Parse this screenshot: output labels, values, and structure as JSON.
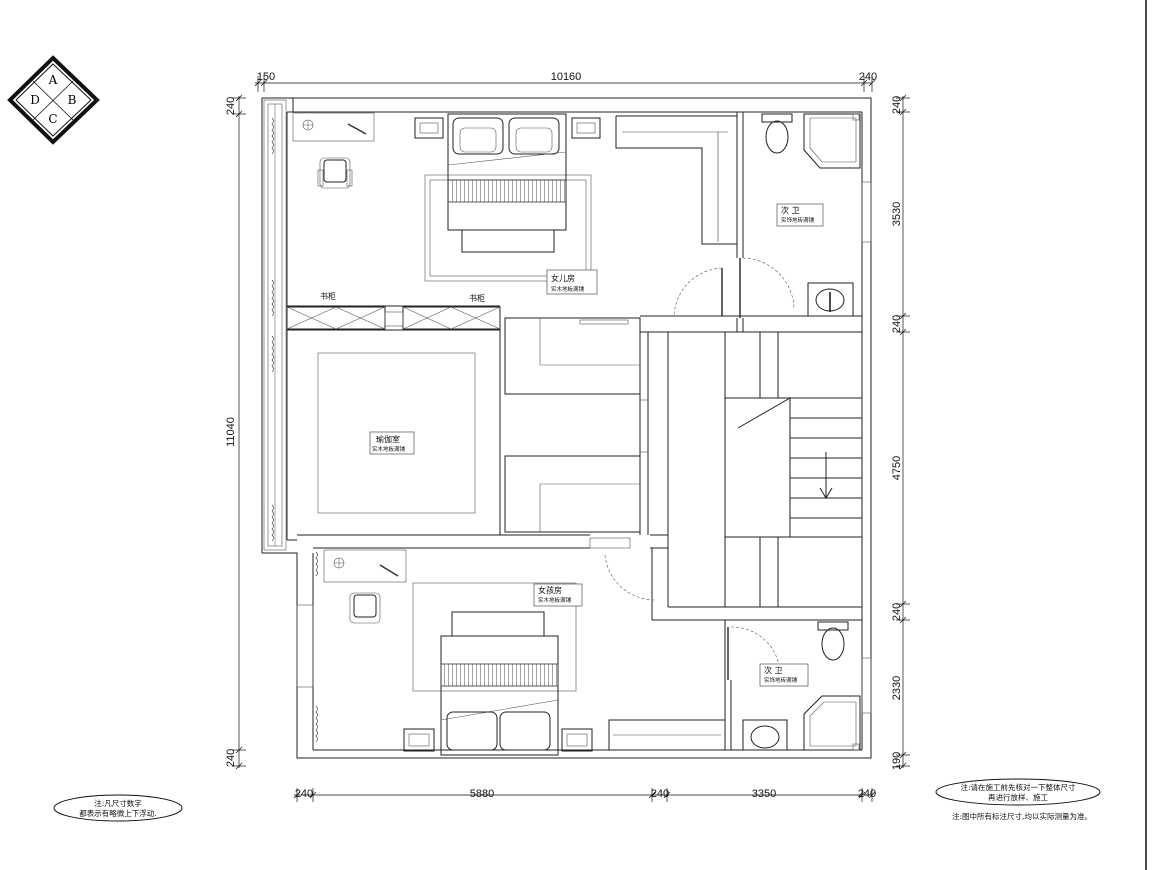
{
  "compass": {
    "a": "A",
    "b": "B",
    "c": "C",
    "d": "D"
  },
  "dimensions": {
    "top": [
      "150",
      "10160",
      "240"
    ],
    "bottom": [
      "240",
      "5880",
      "240",
      "3350",
      "240"
    ],
    "left": [
      "240",
      "11040",
      "240"
    ],
    "right": [
      "240",
      "3530",
      "240",
      "4750",
      "240",
      "2330",
      "190"
    ]
  },
  "rooms": {
    "daughter_room": {
      "name": "女儿房",
      "floor": "实木地板满铺"
    },
    "bookcase_left": {
      "name": "书柜"
    },
    "bookcase_right": {
      "name": "书柜"
    },
    "yoga_room": {
      "name": "瑜伽室",
      "floor": "实木地板满铺"
    },
    "girl_room": {
      "name": "女孩房",
      "floor": "实木地板满铺"
    },
    "bath_top": {
      "name": "次  卫",
      "floor": "实饰地砖满铺"
    },
    "bath_bottom": {
      "name": "次  卫",
      "floor": "实饰地砖满铺"
    }
  },
  "notes": {
    "left_line1": "注:凡尺寸数字",
    "left_line2": "都表示有略微上下浮动.",
    "right_line1": "注:请在施工前先核对一下整体尺寸",
    "right_line2": "再进行放样、施工",
    "right_line3": "注:图中所有标注尺寸,均以实际测量为准。"
  },
  "colors": {
    "line": "#222222",
    "background": "#ffffff",
    "wood": "#8a8a8a"
  }
}
